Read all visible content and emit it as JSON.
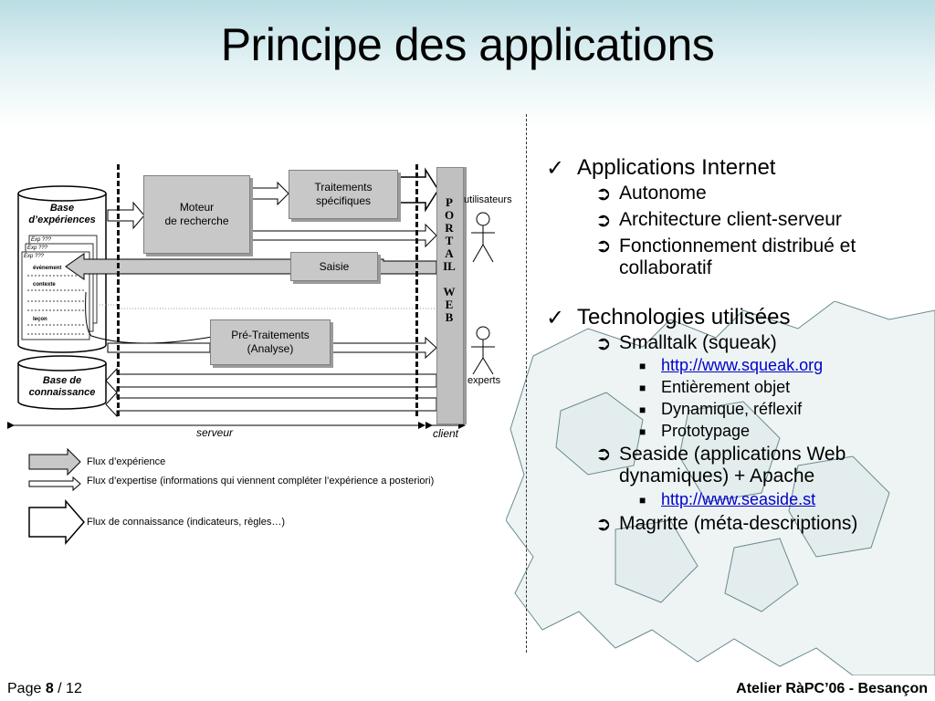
{
  "slide": {
    "title": "Principe des applications"
  },
  "diagram": {
    "base_experiences": "Base d’expériences",
    "base_connaissance": "Base de connaissance",
    "moteur": [
      "Moteur",
      "de recherche"
    ],
    "traitements": [
      "Traitements",
      "spécifiques"
    ],
    "saisie": "Saisie",
    "pretraitements": [
      "Pré-Traitements",
      "(Analyse)"
    ],
    "portal_letters": [
      "P",
      "O",
      "R",
      "T",
      "A",
      "IL",
      "",
      "W",
      "E",
      "B"
    ],
    "utilisateurs": "utilisateurs",
    "experts": "experts",
    "serveur": "serveur",
    "client": "client",
    "docs": [
      "Exp ???",
      "Exp ???",
      "Exp ???"
    ],
    "doc_fields": [
      "événement",
      "contexte",
      "leçon"
    ]
  },
  "legend": {
    "flux_experience": "Flux d’expérience",
    "flux_expertise": "Flux d’expertise (informations qui viennent compléter l’expérience a posteriori)",
    "flux_connaissance": "Flux de connaissance (indicateurs, règles…)"
  },
  "bullets": {
    "b1": "Applications Internet",
    "b1_sub": [
      "Autonome",
      "Architecture client-serveur",
      "Fonctionnement distribué et collaboratif"
    ],
    "b2": "Technologies utilisées",
    "b2_sub1": "Smalltalk (squeak)",
    "b2_sub1_items": [
      "http://www.squeak.org",
      "Entièrement objet",
      "Dynamique, réflexif",
      "Prototypage"
    ],
    "b2_sub2": "Seaside (applications Web dynamiques) + Apache",
    "b2_sub2_items": [
      "http://www.seaside.st"
    ],
    "b2_sub3": "Magritte (méta-descriptions)"
  },
  "footer": {
    "page_prefix": "Page ",
    "page_num": "8",
    "page_sep": " / 12",
    "event": "Atelier RàPC’06 - Besançon"
  }
}
